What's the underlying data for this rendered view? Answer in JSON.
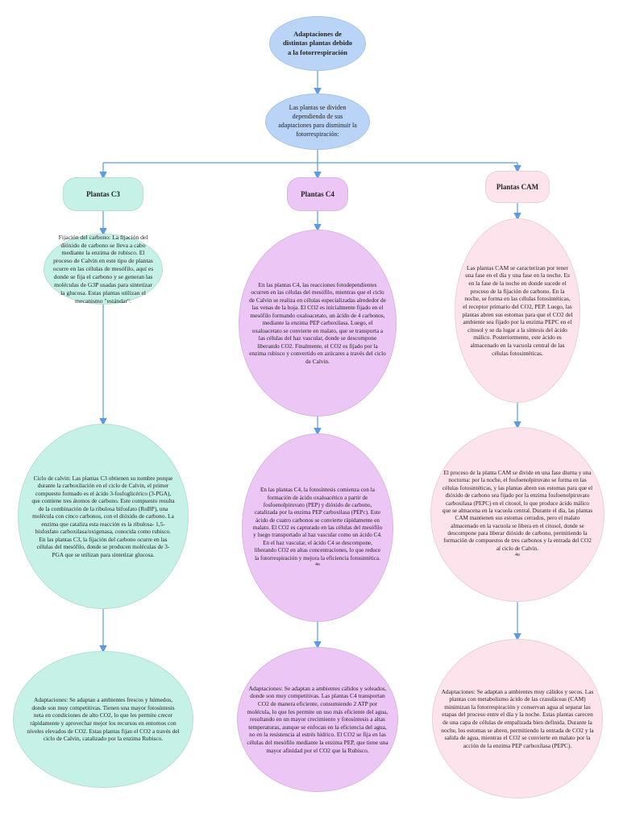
{
  "root": {
    "title": "Adaptaciones de distintas plantas debido a la fotorrespiración"
  },
  "intro": {
    "text": "Las plantas se dividen dependiendo de sus adaptaciones para disminuir la fotorrespiración:"
  },
  "c3": {
    "label": "Plantas C3",
    "fixation": "Fijación del carbono: La fijación del dióxido de carbono se lleva a cabo mediante la enzima de rubisco. El proceso de Calvin en este tipo de plantas ocurre en las células de mesófilo, aquí es donde se fija el carbono y se generan las moléculas de G3P usadas para sintetizar la glucosa. Estas plantas utilizan el mecanismo \"estándar\".",
    "calvin": "Ciclo de calvin: Las plantas C3 obtienen su nombre porque durante la carboxilación en el ciclo de Calvin, el primer compuesto formado es el ácido 3-fosfoglicérico (3-PGA), que contiene tres átomos de carbono. Este compuesto resulta de la combinación de la ribulosa bifosfato (RuBP), una molécula con cinco carbonos, con el dióxido de carbono. La enzima que cataliza esta reacción es la ribulosa- 1,5-bisfosfato carboxilasa/oxigenasa, conocida como rubisco. En las plantas C3, la fijación del carbono ocurre en las células del mesófilo, donde se producen moléculas de 3-PGA que se utilizan para sintetizar glucosa.",
    "adaptations": "Adaptaciones: Se adaptan a ambientes frescos y húmedos, donde son muy competitivas. Tienen una mayor fotosíntesis neta en condiciones de alto CO2, lo que les permite crecer rápidamente y aprovechar mejor los recursos en entornos con niveles elevados de CO2. Estas plantas fijan el CO2 a través del ciclo de Calvin, catalizado por la enzima Rubisco."
  },
  "c4": {
    "label": "Plantas C4",
    "process": "En las plantas C4, las reacciones fotodependientes ocurren en las células del mesófilo, mientras que el ciclo de Calvin se realiza en células especializadas alrededor de las venas de la hoja. El CO2 es inicialmente fijado en el mesófilo formando oxaloacetato, un ácido de 4 carbonos, mediante la enzima PEP carboxilasa. Luego, el oxaloacetato se convierte en malato, que se transporta a las células del haz vascular, donde se descompone liberando CO2. Finalmente, el CO2 es fijado por la enzima rubisco y convertido en azúcares a través del ciclo de Calvin.",
    "photosynthesis": "En las plantas C4, la fotosíntesis comienza con la formación de ácido oxaloacético a partir de fosfoenolpiruvato (PEP) y dióxido de carbono, catalizada por la enzima PEP carboxilasa (PEPc). Este ácido de cuatro carbonos se convierte rápidamente en malato. El CO2 es capturado en las células del mesófilo y luego transportado al haz vascular como un ácido C4. En el haz vascular, el ácido C4 se descompone, liberando CO2 en altas concentraciones, lo que reduce la fotorrespiración y mejora la eficiencia fotosintética.",
    "photosynthesis_mark": "4o",
    "adaptations": "Adaptaciones: Se adaptan a ambientes cálidos y soleados, donde son muy competitivas. Las plantas C4 transportan CO2 de manera eficiente, consumiendo 2 ATP por molécula, lo que les permite un uso más eficiente del agua, resultando en un mayor crecimiento y fotosíntesis a altas temperaturas, aunque se enfocan en la eficiencia del agua, no en la resistencia al estrés hídrico. El CO2 se fija en las células del mesófilo mediante la enzima PEP, que tiene una mayor afinidad por el CO2 que la Rubisco."
  },
  "cam": {
    "label": "Plantas CAM",
    "description": "Las plantas CAM se caracterizan por tener una fase en el día y una fase en la noche. Es en la fase de la noche en donde sucede el proceso de la fijación de carbono. En la noche, se forma en las células fotosintéticas, el receptor primario del CO2, PEP. Luego, las plantas abren sus estomas para que el CO2 del ambiente sea fijado por la enzima PEPC en el citosol y se da lugar a la síntesis del ácido málico. Posteriormente, este ácido es almacenado en la vacuola central de las células fotosintéticas.",
    "process": "El proceso de la planta CAM se divide en una fase diurna y una nocturna: por la noche, el fosfoenolpiruvato se forma en las células fotosintéticas, y las plantas abren sus estomas para que el dióxido de carbono sea fijado por la enzima fosfoenolpiruvato carboxilasa (PEPC) en el citosol, lo que produce ácido málico que se almacena en la vacuola central. Durante el día, las plantas CAM mantienen sus estomas cerrados, pero el malato almacenado en la vacuola se libera en el citosol, donde se descompone para liberar dióxido de carbono, permitiendo la formación de compuestos de tres carbonos y la entrada del CO2 al ciclo de Calvin.",
    "process_mark": "4o",
    "adaptations": "Adaptaciones: Se adaptan a ambientes muy cálidos y secos. Las plantas con metabolismo ácido de las crasuláceas (CAM) minimizan la fotorrespiración y conservan agua al separar las etapas del proceso entre el día y la noche. Estas plantas carecen de una capa de células de empalizada bien definida. Durante la noche, los estomas se abren, permitiendo la entrada de CO2 y la salida de agua, mientras el CO2 se convierte en malato por la acción de la enzima PEP carboxilasa (PEPC)."
  },
  "colors": {
    "root": "#b9d4f6",
    "c3": "#c6f1e6",
    "c4": "#ecc6f4",
    "cam": "#fde3ec",
    "connector": "#5b9be6"
  }
}
